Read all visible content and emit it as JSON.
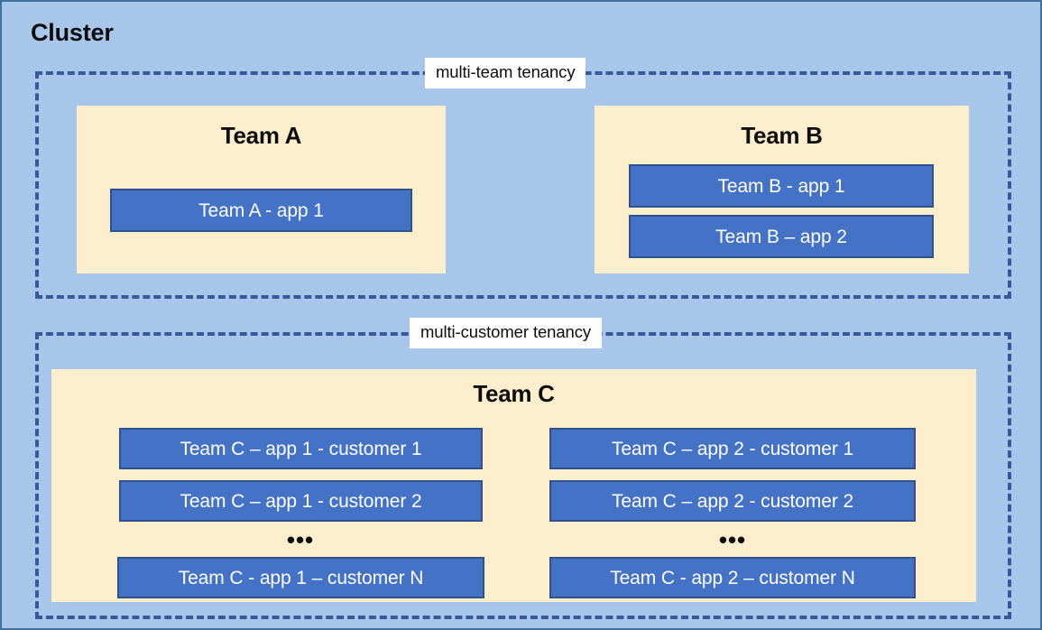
{
  "diagram": {
    "title": "Cluster",
    "colors": {
      "cluster_background": "#a8c6ea",
      "cluster_border": "#41709c",
      "tenancy_dashed_border": "#39589b",
      "team_box_fill": "#fdeecd",
      "app_box_fill": "#4472c4",
      "app_box_border": "#2f528f",
      "app_box_text": "#ffffff",
      "label_background": "#ffffff",
      "text": "#0d0d0d"
    }
  },
  "groups": [
    {
      "id": "multi-team",
      "label": "multi-team tenancy",
      "teams": [
        {
          "id": "team-a",
          "title": "Team A",
          "apps": [
            {
              "id": "team-a-app-1",
              "label": "Team A - app 1"
            }
          ]
        },
        {
          "id": "team-b",
          "title": "Team B",
          "apps": [
            {
              "id": "team-b-app-1",
              "label": "Team B - app 1"
            },
            {
              "id": "team-b-app-2",
              "label": "Team B – app 2"
            }
          ]
        }
      ]
    },
    {
      "id": "multi-customer",
      "label": "multi-customer tenancy",
      "teams": [
        {
          "id": "team-c",
          "title": "Team C",
          "columns": [
            {
              "id": "team-c-app-1",
              "ellipsis": "•••",
              "apps": [
                {
                  "id": "team-c-a1-c1",
                  "label": "Team C – app 1 - customer 1"
                },
                {
                  "id": "team-c-a1-c2",
                  "label": "Team C – app 1 - customer 2"
                },
                {
                  "id": "team-c-a1-cN",
                  "label": "Team C - app 1 – customer N"
                }
              ]
            },
            {
              "id": "team-c-app-2",
              "ellipsis": "•••",
              "apps": [
                {
                  "id": "team-c-a2-c1",
                  "label": "Team C – app 2 - customer 1"
                },
                {
                  "id": "team-c-a2-c2",
                  "label": "Team C – app 2 - customer 2"
                },
                {
                  "id": "team-c-a2-cN",
                  "label": "Team C - app 2 – customer N"
                }
              ]
            }
          ]
        }
      ]
    }
  ]
}
